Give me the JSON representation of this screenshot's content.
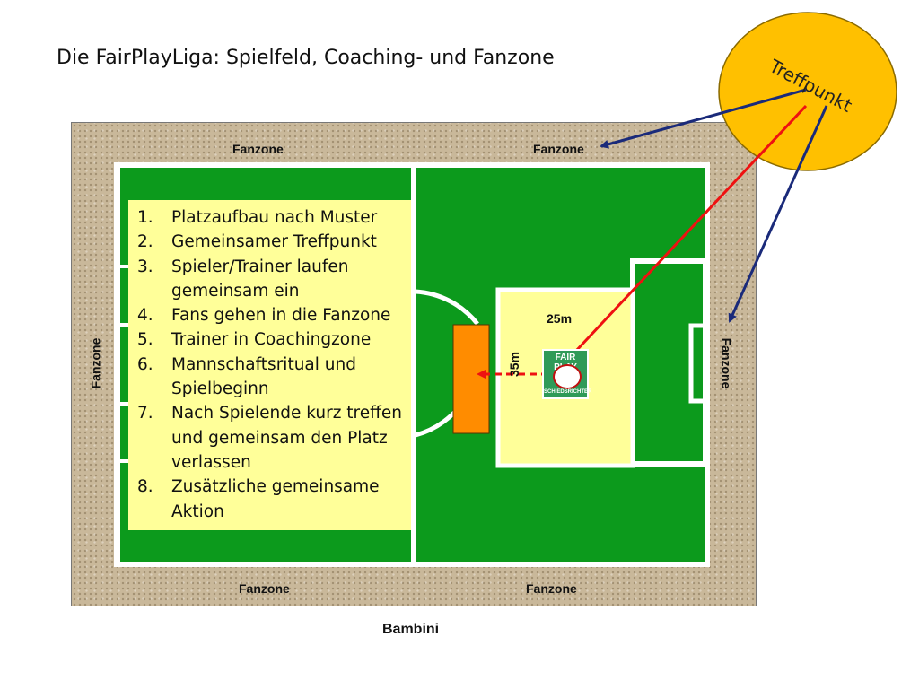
{
  "title": "Die FairPlayLiga: Spielfeld, Coaching- und Fanzone",
  "fanzones": {
    "top_left": "Fanzone",
    "top_right": "Fanzone",
    "bottom_left": "Fanzone",
    "bottom_right": "Fanzone",
    "left": "Fanzone",
    "right": "Fanzone"
  },
  "meeting_point": "Treffpunkt",
  "steps": [
    {
      "num": "1.",
      "text": "Platzaufbau nach Muster"
    },
    {
      "num": "2.",
      "text": "Gemeinsamer Treffpunkt"
    },
    {
      "num": "3.",
      "text": "Spieler/Trainer laufen gemeinsam ein"
    },
    {
      "num": "4.",
      "text": "Fans  gehen in die Fanzone"
    },
    {
      "num": "5.",
      "text": "Trainer in Coachingzone"
    },
    {
      "num": "6.",
      "text": "Mannschaftsritual und Spielbeginn"
    },
    {
      "num": "7.",
      "text": "Nach Spielende kurz treffen und gemeinsam den Platz verlassen"
    },
    {
      "num": "8.",
      "text": "Zusätzliche gemeinsame Aktion"
    }
  ],
  "dimensions": {
    "width": "25m",
    "depth": "35m"
  },
  "logo": {
    "line1": "FAIR PLAY",
    "line2": "SCHIEDSRICHTER"
  },
  "caption": "Bambini",
  "colors": {
    "pitch": "#0c9a1c",
    "zone": "#ffff99",
    "coaching_zone": "#ff8c00",
    "circle": "#ffc000",
    "arrow_red": "#ee1111",
    "arrow_blue": "#1a2a7a"
  }
}
